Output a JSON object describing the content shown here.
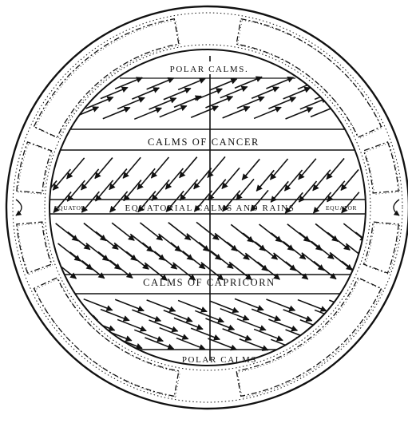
{
  "diagram": {
    "labels": {
      "polar_calms_top": "POLAR CALMS.",
      "calms_of_cancer": "CALMS OF CANCER",
      "equator_left": "EQUATOR",
      "equatorial_calms": "EQUATORIAL CALMS AND RAINS",
      "equator_right": "EQUATOR",
      "calms_of_capricorn": "CALMS OF CAPRICORN",
      "polar_calms_bottom": "POLAR CALMS"
    },
    "colors": {
      "ink": "#111111",
      "paper": "#ffffff"
    }
  }
}
